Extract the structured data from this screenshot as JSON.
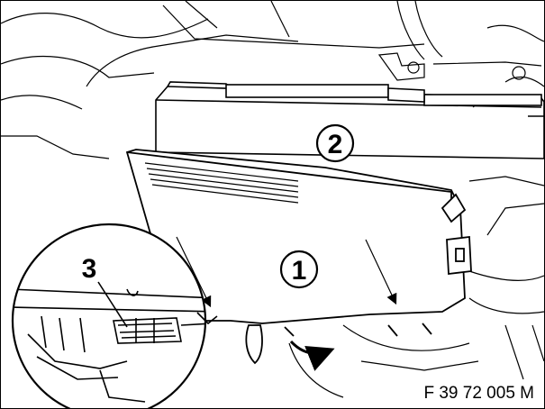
{
  "callouts": {
    "one": "1",
    "two": "2",
    "three": "3"
  },
  "figure_reference": "F 39 72 005 M"
}
